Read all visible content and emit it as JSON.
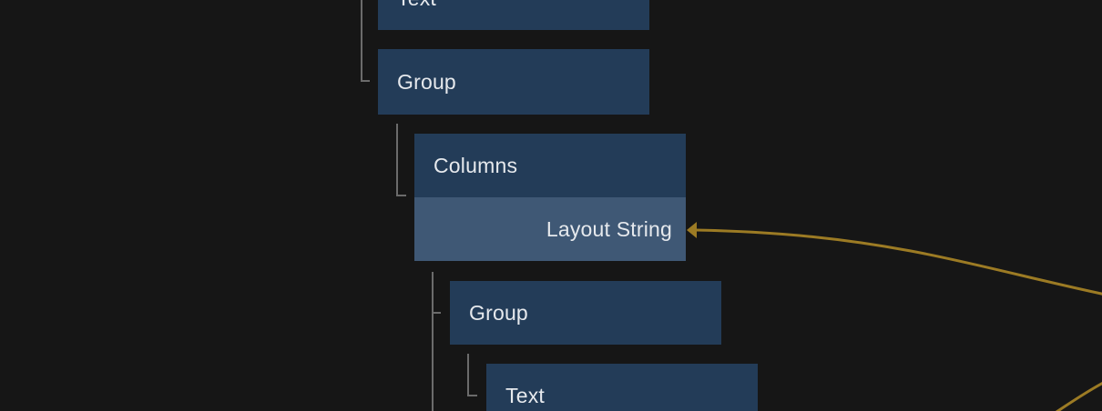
{
  "colors": {
    "background": "#161616",
    "node_fill": "#233c58",
    "port_fill": "#3f5875",
    "tree_line_color": "#6b6b6b",
    "wire_color": "#9c7b24",
    "text_color": "#e6e9ed"
  },
  "nodes": [
    {
      "label": "Text"
    },
    {
      "label": "Group"
    },
    {
      "label": "Columns",
      "port_label": "Layout String"
    },
    {
      "label": "Group"
    },
    {
      "label": "Text"
    }
  ]
}
